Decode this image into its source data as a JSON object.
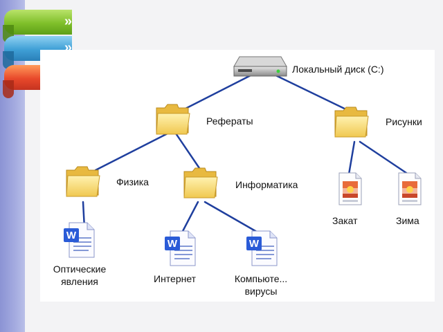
{
  "tree": {
    "root": "Локальный диск (С:)",
    "folders": {
      "referaty": "Рефераты",
      "risunki": "Рисунки",
      "fizika": "Физика",
      "informatika": "Информатика"
    },
    "files": {
      "opticheskie_line1": "Оптические",
      "opticheskie_line2": "явления",
      "internet": "Интернет",
      "kompyuter_line1": "Компьюте...",
      "kompyuter_line2": "вирусы",
      "zakat": "Закат",
      "zima": "Зима"
    }
  },
  "colors": {
    "edge": "#1f3f9e",
    "folder": "#f7d86a",
    "doc_accent": "#2a5bd7",
    "image_accent": "#e05a28"
  },
  "icons": [
    "hard-drive-icon",
    "folder-icon",
    "word-document-icon",
    "image-file-icon"
  ]
}
